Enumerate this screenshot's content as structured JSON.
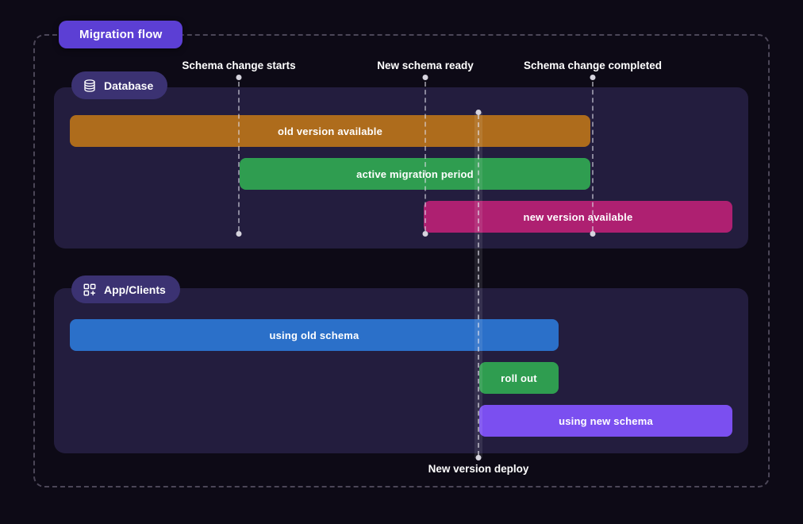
{
  "title": "Migration flow",
  "colors": {
    "background": "#0d0a16",
    "lane_panel": "#231d3e",
    "lane_badge": "#3b3272",
    "title_badge": "#5c3fd4",
    "bar_old_version": "#ae6c1c",
    "bar_migration": "#2f9d50",
    "bar_new_version": "#ae2071",
    "bar_old_schema": "#2b70c9",
    "bar_roll_out": "#2f9d50",
    "bar_new_schema": "#7b4ff0"
  },
  "milestones": [
    {
      "label": "Schema change starts"
    },
    {
      "label": "New schema ready"
    },
    {
      "label": "Schema change completed"
    }
  ],
  "deploy_milestone": {
    "label": "New version deploy"
  },
  "lanes": [
    {
      "label": "Database",
      "icon": "database-icon",
      "bars": [
        {
          "label": "old version available"
        },
        {
          "label": "active migration period"
        },
        {
          "label": "new version available"
        }
      ]
    },
    {
      "label": "App/Clients",
      "icon": "apps-icon",
      "bars": [
        {
          "label": "using old schema"
        },
        {
          "label": "roll out"
        },
        {
          "label": "using new schema"
        }
      ]
    }
  ]
}
